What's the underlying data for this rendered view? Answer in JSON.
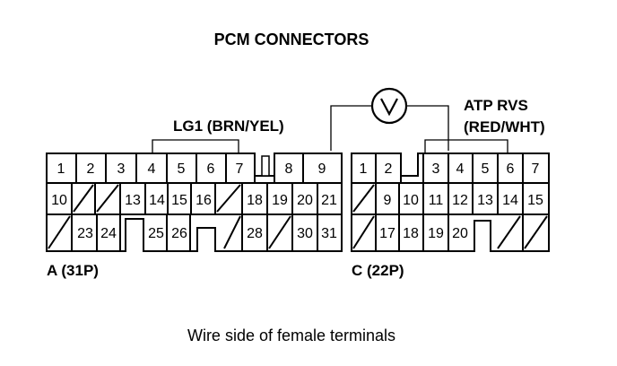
{
  "title": "PCM CONNECTORS",
  "caption": "Wire side of female terminals",
  "probe_lg1_label": "LG1 (BRN/YEL)",
  "probe_atp_label_line1": "ATP RVS",
  "probe_atp_label_line2": "(RED/WHT)",
  "meter_symbol": "V",
  "connector_a": {
    "name": "A (31P)",
    "rows": [
      [
        "1",
        "2",
        "3",
        "4",
        "5",
        "6",
        "7",
        "",
        "8",
        "9"
      ],
      [
        "10",
        "",
        "",
        "13",
        "14",
        "15",
        "16",
        "",
        "18",
        "19",
        "20",
        "21"
      ],
      [
        "",
        "23",
        "24",
        "",
        "25",
        "26",
        "",
        "",
        "28",
        "",
        "30",
        "31"
      ]
    ]
  },
  "connector_c": {
    "name": "C (22P)",
    "rows": [
      [
        "1",
        "2",
        "",
        "3",
        "4",
        "5",
        "6",
        "7"
      ],
      [
        "",
        "9",
        "10",
        "11",
        "12",
        "13",
        "14",
        "15"
      ],
      [
        "",
        "17",
        "18",
        "19",
        "20",
        "",
        "",
        ""
      ]
    ]
  }
}
